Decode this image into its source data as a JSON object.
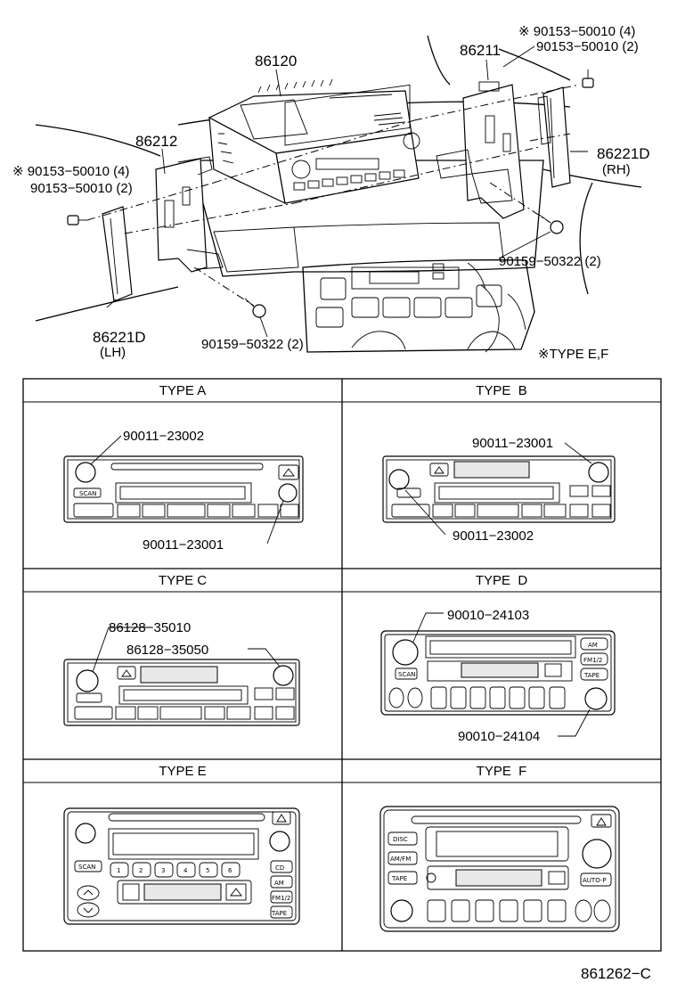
{
  "exploded_view": {
    "labels": {
      "head_unit": "86120",
      "bracket_rh": "86211",
      "bracket_lh": "86212",
      "screw_top_type_ef": "※ 90153−50010 (4)",
      "screw_top": "90153−50010 (2)",
      "screw_left_type_ef": "※ 90153−50010 (4)",
      "screw_left": "90153−50010 (2)",
      "trim_rh_part": "86221D",
      "trim_rh_side": "(RH)",
      "trim_lh_part": "86221D",
      "trim_lh_side": "(LH)",
      "screw_bottom_right": "90159−50322 (2)",
      "screw_bottom_left": "90159−50322 (2)",
      "type_note": "※TYPE E,F"
    }
  },
  "types": [
    {
      "header": "TYPE A",
      "callouts": [
        "90011−23002",
        "90011−23001"
      ]
    },
    {
      "header": "TYPE  B",
      "callouts": [
        "90011−23001",
        "90011−23002"
      ]
    },
    {
      "header": "TYPE C",
      "callouts": [
        "86128−35010",
        "86128−35050"
      ]
    },
    {
      "header": "TYPE  D",
      "callouts": [
        "90010−24103",
        "90010−24104"
      ]
    },
    {
      "header": "TYPE E",
      "callouts": []
    },
    {
      "header": "TYPE  F",
      "callouts": []
    }
  ],
  "panel_text": {
    "e_numbers": [
      "1",
      "2",
      "3",
      "4",
      "5",
      "6"
    ],
    "e_right_buttons": [
      "CD",
      "AM",
      "FM1/2",
      "TAPE"
    ],
    "e_scan": "SCAN",
    "f_left_buttons": [
      "DISC",
      "AM/FM",
      "TAPE"
    ],
    "f_auto": "AUTO-P",
    "d_right_buttons": [
      "AM",
      "FM1/2",
      "TAPE"
    ],
    "d_scan": "SCAN",
    "a_scan": "SCAN"
  },
  "figure_code": "861262−C"
}
